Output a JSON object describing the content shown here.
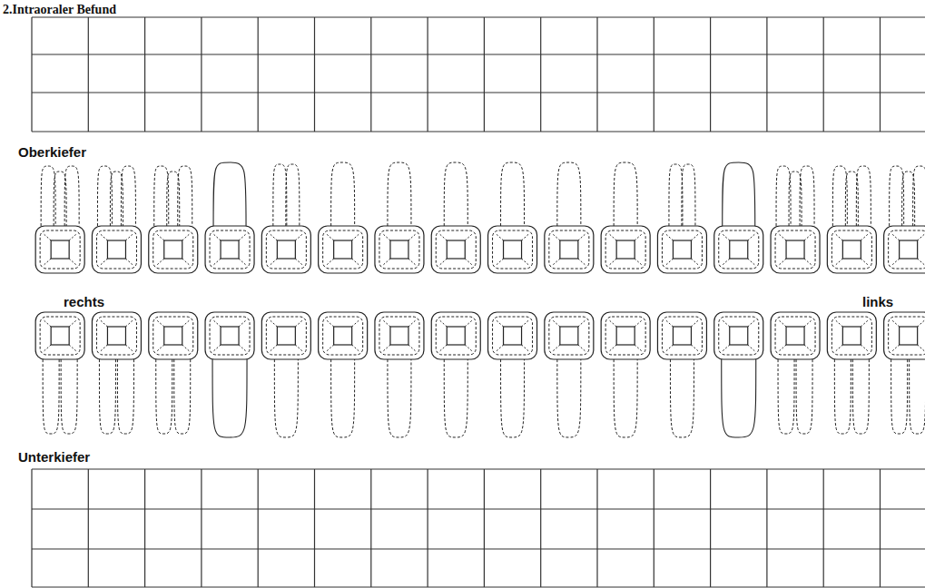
{
  "diagram": {
    "title": "2.Intraoraler Befund",
    "labels": [
      "Oberkiefer",
      "rechts",
      "links",
      "Unterkiefer"
    ]
  }
}
